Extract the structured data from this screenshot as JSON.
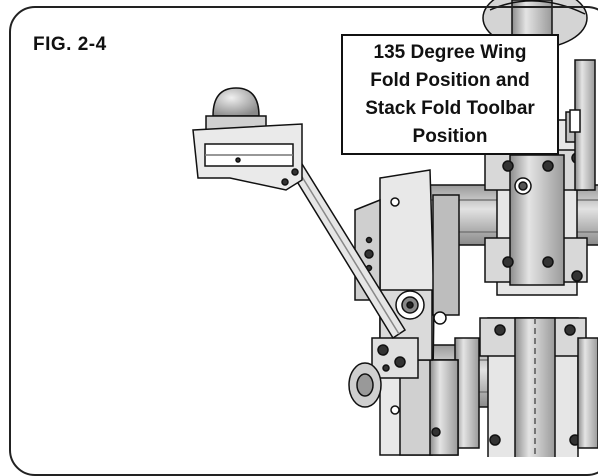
{
  "figure": {
    "label": "FIG. 2-4",
    "callout_lines": [
      "135 Degree Wing",
      "Fold Position and",
      "Stack Fold Toolbar",
      "Position"
    ]
  },
  "colors": {
    "line": "#111111",
    "frame": "#222222",
    "steel_light": "#dcdcdc",
    "steel_mid": "#a9a9a9",
    "steel_dark": "#6e6e6e",
    "background": "#ffffff"
  }
}
